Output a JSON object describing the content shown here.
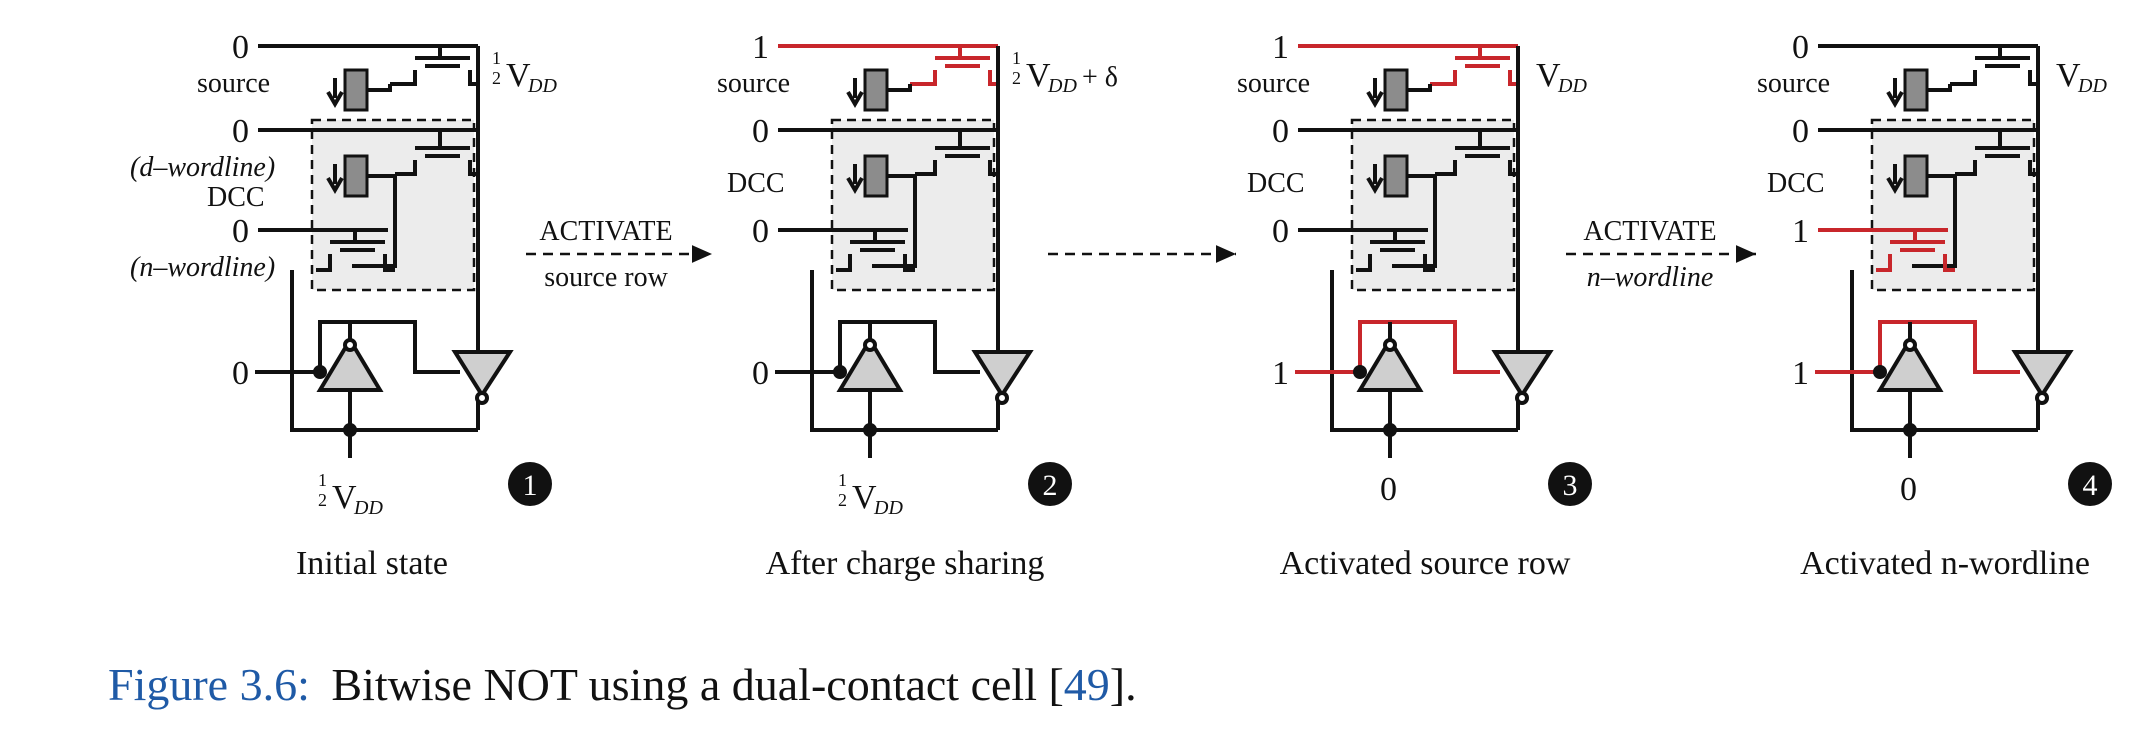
{
  "labels": {
    "source": "source",
    "d_wordline": "(d–wordline)",
    "dcc": "DCC",
    "n_wordline": "(n–wordline)",
    "half": "1",
    "half_den": "2",
    "vdd_v": "V",
    "vdd_sub": "DD",
    "delta": "+ δ",
    "zero": "0",
    "one": "1"
  },
  "panels": [
    {
      "step": "1",
      "title": "Initial state"
    },
    {
      "step": "2",
      "title": "After charge sharing"
    },
    {
      "step": "3",
      "title": "Activated source row"
    },
    {
      "step": "4",
      "title": "Activated n-wordline"
    }
  ],
  "arrows": [
    {
      "top": "ACTIVATE",
      "bottom": "source row"
    },
    {
      "top": "",
      "bottom": ""
    },
    {
      "top": "ACTIVATE",
      "bottom": "n–wordline"
    }
  ],
  "caption": {
    "number": "Figure 3.6:",
    "text": "Bitwise NOT using a dual-contact cell [",
    "ref": "49",
    "end": "]."
  },
  "colors": {
    "active": "#c8262b",
    "wire": "#111111",
    "box_fill": "#ececec",
    "cap_fill": "#8c8c8c",
    "caption_blue": "#1f5aa6"
  }
}
